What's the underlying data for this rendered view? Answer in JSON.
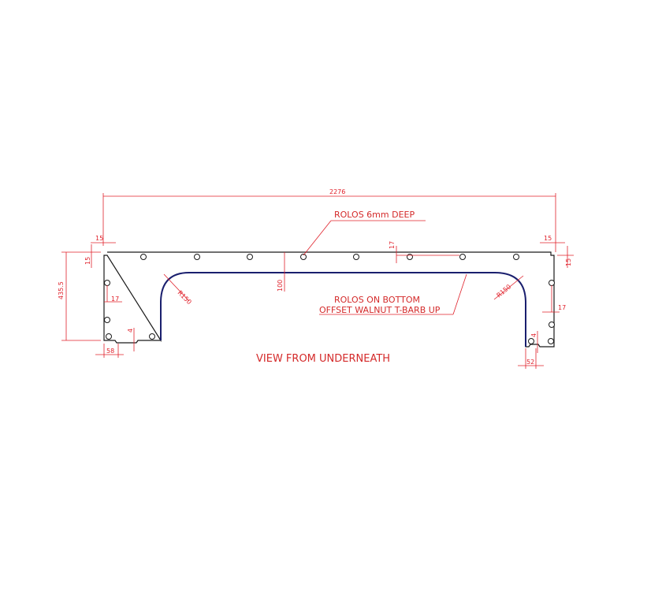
{
  "drawing": {
    "title": "VIEW FROM UNDERNEATH",
    "colors": {
      "outline": "#1a1a1a",
      "routing": "#1a1f6e",
      "dimension": "#e0202a"
    },
    "notes": {
      "rolos_depth": "ROLOS 6mm DEEP",
      "rolos_bottom_line1": "ROLOS ON BOTTOM",
      "rolos_bottom_line2": "OFFSET WALNUT T-BARB UP"
    },
    "dimensions": {
      "overall_width": "2276",
      "overall_height": "435.5",
      "corner_notch_top_left_h": "15",
      "corner_notch_top_left_v": "15",
      "corner_notch_top_right_h": "15",
      "corner_notch_top_right_v": "15",
      "hole_offset_top": "17",
      "hole_offset_left": "17",
      "hole_offset_right": "17",
      "rail_width": "100",
      "radius_left": "R150",
      "radius_right": "R150",
      "foot_notch_left": "4",
      "foot_notch_right": "4",
      "foot_left_offset": "58",
      "foot_right_offset": "52"
    }
  }
}
